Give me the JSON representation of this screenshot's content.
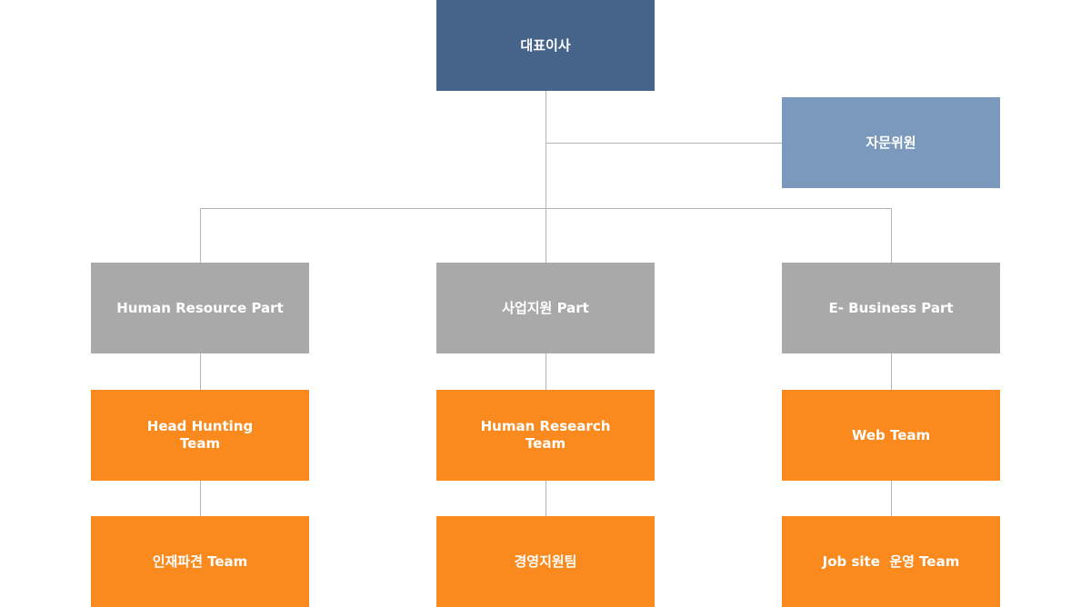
{
  "org": {
    "ceo": "대표이사",
    "advisor": "자문위원",
    "parts": [
      {
        "name": "Human Resource Part",
        "teams": [
          {
            "lines": [
              "Head Hunting",
              "Team"
            ]
          },
          {
            "lines": [
              "인재파견 Team"
            ]
          }
        ]
      },
      {
        "name": "사업지원 Part",
        "teams": [
          {
            "lines": [
              "Human Research",
              "Team"
            ]
          },
          {
            "lines": [
              "경영지원팀"
            ]
          }
        ]
      },
      {
        "name": "E- Business Part",
        "teams": [
          {
            "lines": [
              "Web Team"
            ]
          },
          {
            "lines": [
              "Job site  운영 Team"
            ]
          }
        ]
      }
    ]
  },
  "colors": {
    "ceo": "#46648a",
    "advisor": "#7b99bd",
    "part": "#a9a9a9",
    "team": "#fa8a1e",
    "connector": "#b4b4b4"
  }
}
